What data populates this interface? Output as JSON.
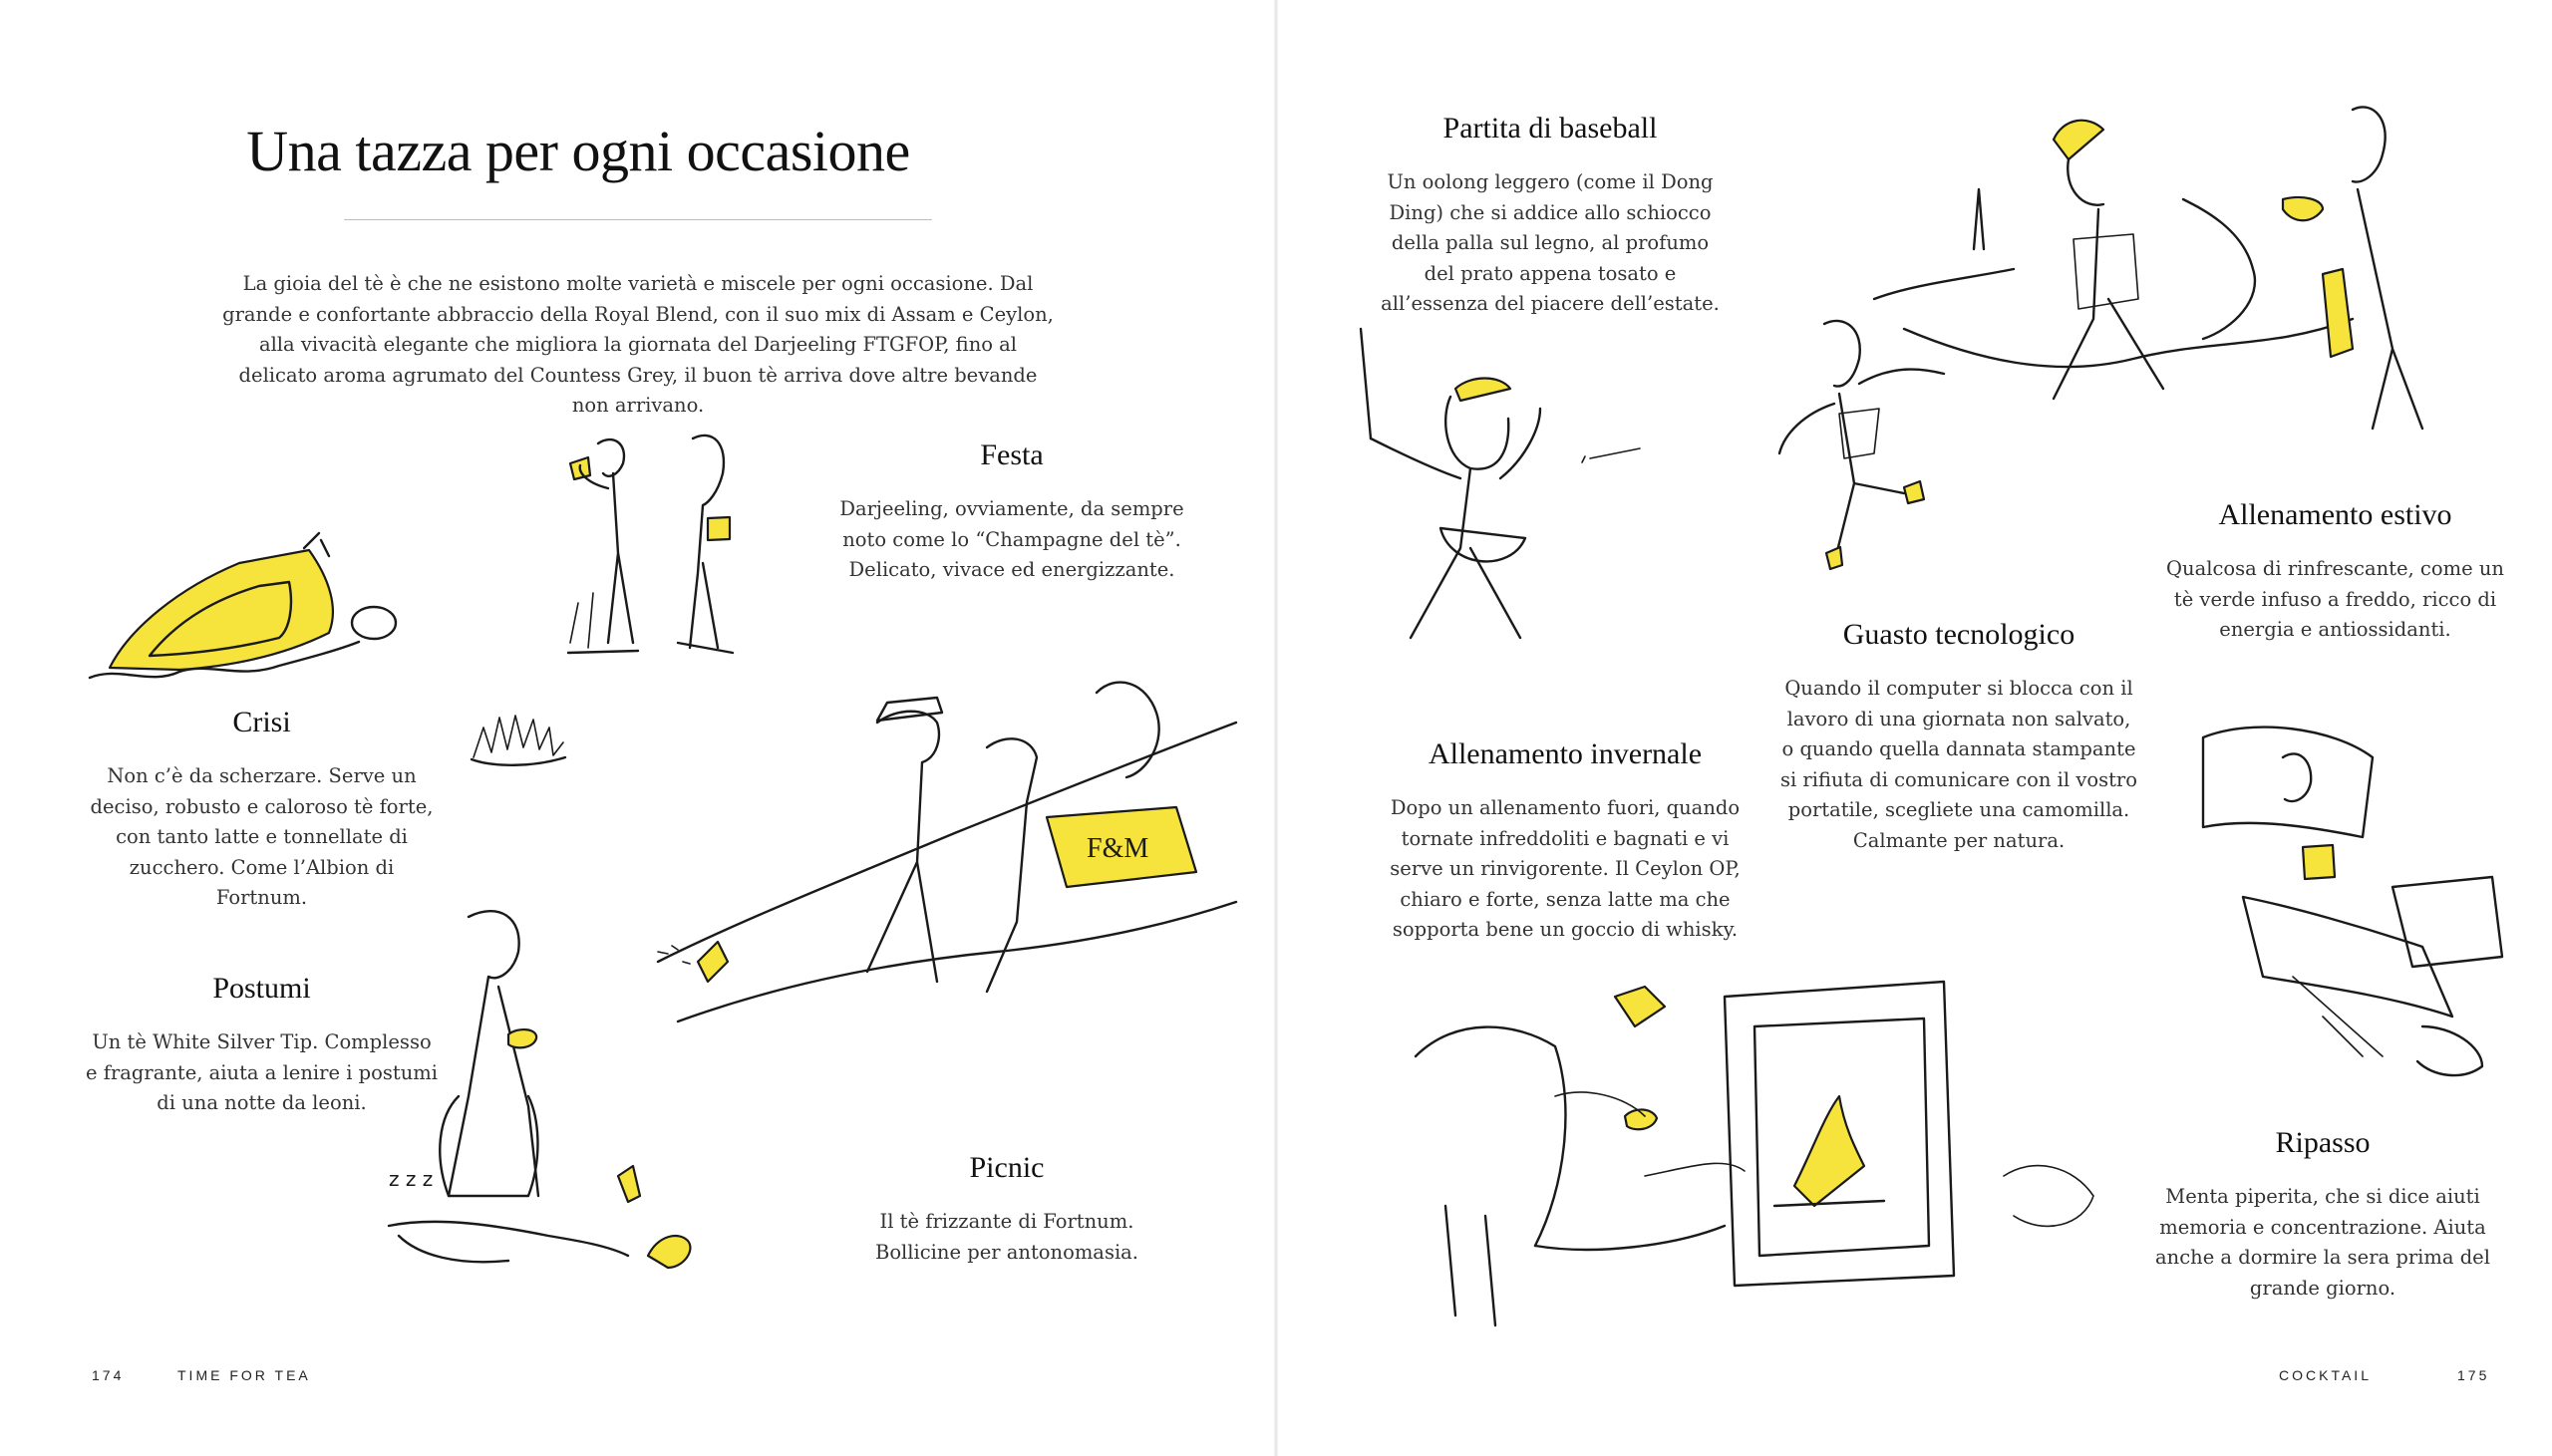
{
  "left_page": {
    "title": "Una tazza per ogni occasione",
    "intro": "La gioia del tè è che ne esistono molte varietà e miscele per ogni occasione. Dal grande e confortante abbraccio della Royal Blend, con il suo mix di Assam e Ceylon, alla vivacità elegante che migliora la giornata del Darjeeling FTGFOP, fino al delicato aroma agrumato del Countess Grey, il buon tè arriva dove altre bevande non arrivano.",
    "festa": {
      "heading": "Festa",
      "body": "Darjeeling, ovviamente, da sempre noto come lo “Champagne del tè”. Delicato, vivace ed energizzante."
    },
    "crisi": {
      "heading": "Crisi",
      "body": "Non c’è da scherzare. Serve un deciso, robusto e caloroso tè forte, con tanto latte e tonnellate di zucchero. Come l’Albion di Fortnum."
    },
    "postumi": {
      "heading": "Postumi",
      "body": "Un tè White Silver Tip. Complesso e fragrante, aiuta a lenire i postumi di una notte da leoni."
    },
    "picnic": {
      "heading": "Picnic",
      "body": "Il tè frizzante di Fortnum. Bollicine per antonomasia."
    },
    "basket_label": "F&M",
    "sleep_text": "z z z",
    "folio_number": "174",
    "folio_label": "TIME FOR TEA"
  },
  "right_page": {
    "baseball": {
      "heading": "Partita di baseball",
      "body": "Un oolong leggero (come il Dong Ding) che si addice allo schiocco della palla sul legno, al profumo del prato appena tosato e all’essenza del piacere dell’estate."
    },
    "allenamento_estivo": {
      "heading": "Allenamento estivo",
      "body": "Qualcosa di rinfrescante, come un tè verde infuso a freddo, ricco di energia e antiossidanti."
    },
    "guasto": {
      "heading": "Guasto tecnologico",
      "body": "Quando il computer si blocca con il lavoro di una giornata non salvato, o quando quella dannata stampante si rifiuta di comunicare con il vostro portatile, scegliete una camomilla. Calmante per natura."
    },
    "allenamento_invernale": {
      "heading": "Allenamento invernale",
      "body": "Dopo un allenamento fuori, quando tornate infreddoliti e bagnati e vi serve un rinvigorente. Il Ceylon OP, chiaro e forte, senza latte ma che sopporta bene un goccio di whisky."
    },
    "ripasso": {
      "heading": "Ripasso",
      "body": "Menta piperita, che si dice aiuti memoria e concentrazione. Aiuta anche a dormire la sera prima del grande giorno."
    },
    "folio_label": "COCKTAIL",
    "folio_number": "175"
  },
  "colors": {
    "accent_yellow": "#f6e33b",
    "ink": "#1a1a1a",
    "text": "#333333"
  }
}
